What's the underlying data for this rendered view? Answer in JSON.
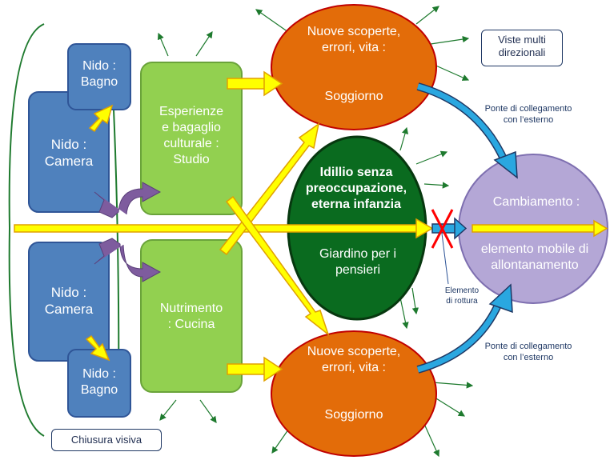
{
  "colors": {
    "blue": "#4f81bd",
    "green": "#92d050",
    "orange": "#e36c09",
    "dark_green": "#0a6b1f",
    "purple": "#b4a7d6",
    "yellow": "#ffff00",
    "cyan_arrow": "#2aa7e0",
    "red": "#ff0000"
  },
  "nodes": {
    "nido_camera_top": "Nido :\nCamera",
    "nido_bagno_top": "Nido :\nBagno",
    "nido_camera_bottom": "Nido :\nCamera",
    "nido_bagno_bottom": "Nido :\nBagno",
    "studio": "Esperienze\ne bagaglio\nculturale :\nStudio",
    "cucina": "Nutrimento\n: Cucina",
    "soggiorno_top_title": "Nuove scoperte,\nerrori, vita :",
    "soggiorno_top_room": "Soggiorno",
    "soggiorno_bottom_title": "Nuove scoperte,\nerrori, vita :",
    "soggiorno_bottom_room": "Soggiorno",
    "giardino_top": "Idillio senza\npreoccupazione,\neterna infanzia",
    "giardino_bottom": "Giardino per i\npensieri",
    "cambiamento_top": "Cambiamento :",
    "cambiamento_bottom": "elemento mobile di\nallontanamento"
  },
  "notes": {
    "viste": "Viste multi\ndirezionali",
    "chiusura": "Chiusura visiva",
    "ponte_top": "Ponte di collegamento\ncon l’esterno",
    "ponte_bottom": "Ponte di collegamento\ncon l’esterno",
    "elemento_rottura": "Elemento\ndi rottura"
  }
}
